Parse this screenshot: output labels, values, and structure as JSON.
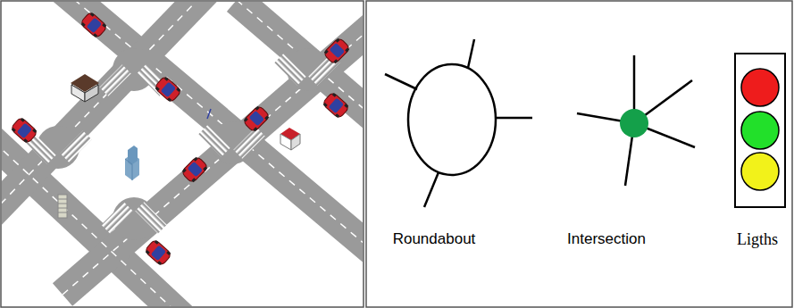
{
  "diagram": {
    "labels": [
      "Roundabout",
      "Intersection",
      "Ligths"
    ]
  }
}
